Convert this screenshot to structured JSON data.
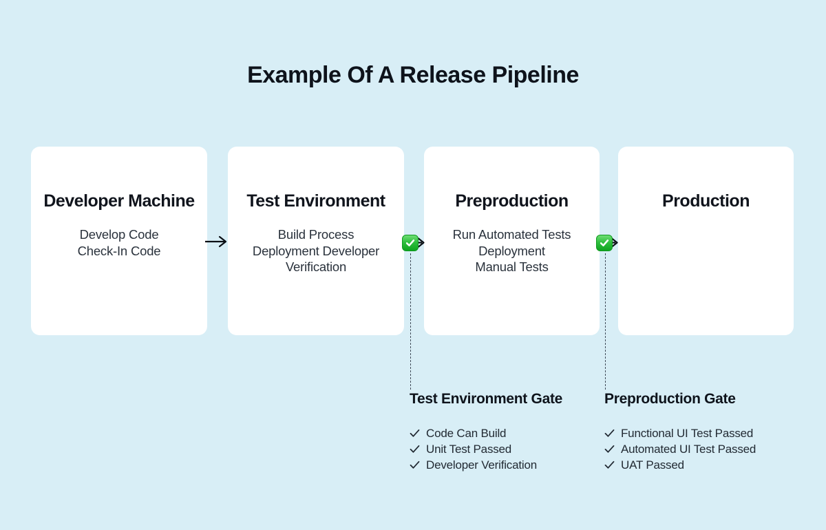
{
  "title": "Example Of A Release Pipeline",
  "stages": [
    {
      "title": "Developer Machine",
      "lines": [
        "Develop Code",
        "Check-In Code"
      ]
    },
    {
      "title": "Test Environment",
      "lines": [
        "Build Process",
        "Deployment Developer",
        "Verification"
      ]
    },
    {
      "title": "Preproduction",
      "lines": [
        "Run Automated Tests",
        "Deployment",
        "Manual Tests"
      ]
    },
    {
      "title": "Production",
      "lines": []
    }
  ],
  "connectors": {
    "flow_arrow_icon": "arrow-right-icon",
    "gate_badge_icon": "check-mark-button-icon",
    "gate_badge_count": 2
  },
  "gates": [
    {
      "title": "Test Environment Gate",
      "items": [
        "Code Can Build",
        "Unit Test Passed",
        "Developer Verification"
      ],
      "item_icon": "check-icon",
      "item_glyph": "✓"
    },
    {
      "title": "Preproduction Gate",
      "items": [
        "Functional UI Test Passed",
        "Automated UI Test Passed",
        "UAT Passed"
      ],
      "item_icon": "check-icon",
      "item_glyph": "✓"
    }
  ],
  "colors": {
    "background": "#d8eef6",
    "card": "#ffffff",
    "heading_text": "#0e131b",
    "body_text": "#2a323c",
    "badge_green_top": "#6ede74",
    "badge_green_bottom": "#0fa31f",
    "arrow": "#0b0f14",
    "dashed_line": "#414c59"
  }
}
